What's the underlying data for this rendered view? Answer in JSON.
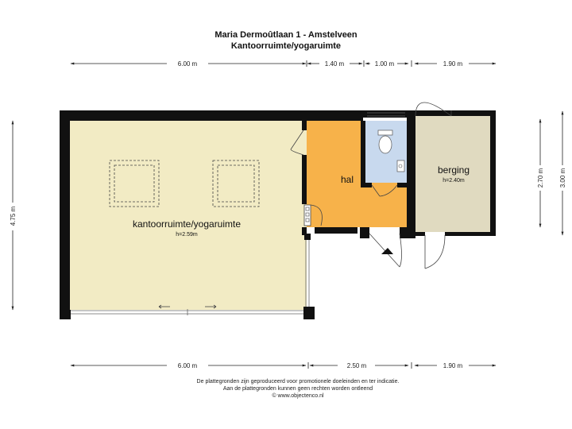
{
  "header": {
    "title": "Maria Dermoûtlaan 1 - Amstelveen",
    "subtitle": "Kantoorruimte/yogaruimte"
  },
  "dimensions": {
    "top": [
      "6.00 m",
      "1.40 m",
      "1.00 m",
      "1.90 m"
    ],
    "bottom": [
      "6.00 m",
      "2.50 m",
      "1.90 m"
    ],
    "left": "4.75 m",
    "right_inner": "2.70 m",
    "right_outer": "3.00 m"
  },
  "rooms": {
    "office": {
      "name": "kantoorruimte/yogaruimte",
      "height": "h=2.59m",
      "color": "#f2ebc4"
    },
    "hall": {
      "name": "hal",
      "color": "#f7b24a"
    },
    "toilet": {
      "color": "#c8d9ee"
    },
    "storage": {
      "name": "berging",
      "height": "h=2.40m",
      "color": "#e0dac0"
    }
  },
  "colors": {
    "wall": "#111111"
  },
  "footer": {
    "line1": "De plattegronden zijn geproduceerd voor promotionele doeleinden en ter indicatie.",
    "line2": "Aan de plattegronden kunnen geen rechten worden ontleend",
    "line3": "© www.objectenco.nl"
  }
}
